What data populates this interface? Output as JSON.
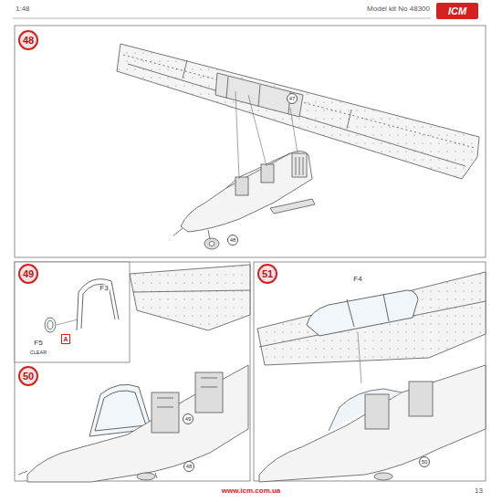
{
  "diagram": {
    "nodes": [
      {
        "text": [
          "ICM"
        ]
      },
      {
        "text": [
          "48"
        ]
      },
      {
        "text": [
          "47"
        ]
      },
      {
        "text": [
          "48"
        ]
      },
      {
        "text": [
          "49"
        ]
      },
      {
        "text": [
          "A"
        ]
      },
      {
        "text": [
          "50"
        ]
      },
      {
        "text": [
          "49"
        ]
      },
      {
        "text": [
          "48"
        ]
      },
      {
        "text": [
          "51"
        ]
      },
      {
        "text": [
          "50"
        ]
      }
    ],
    "labels": [
      "1:48",
      "Model kit No 48300",
      "F3",
      "F5",
      "CLEAR",
      "F4",
      "www.icm.com.ua",
      "13"
    ]
  }
}
